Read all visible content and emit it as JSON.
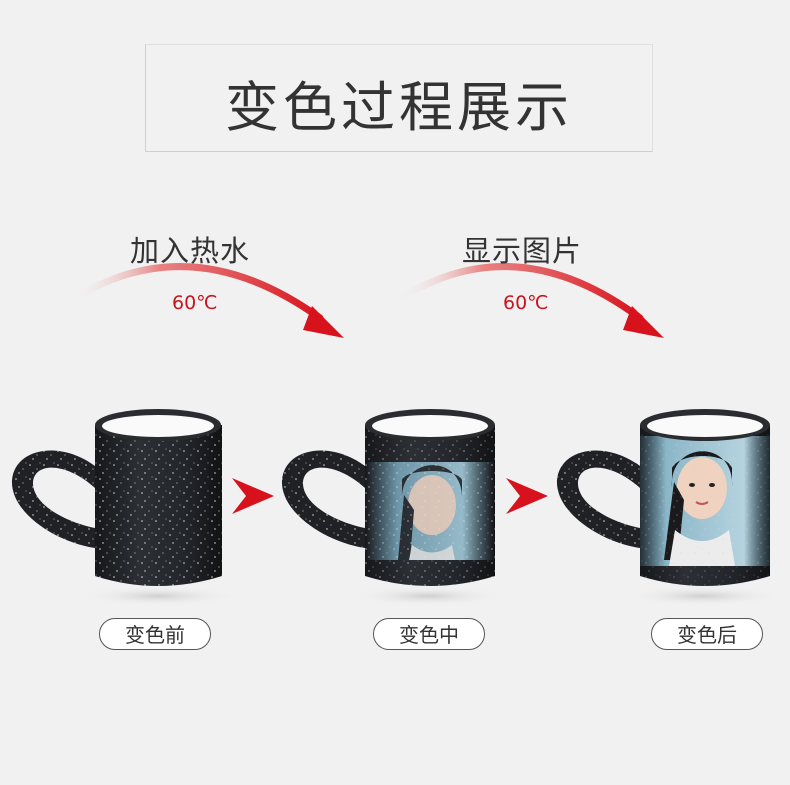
{
  "header": {
    "title": "变色过程展示"
  },
  "steps": [
    {
      "label": "加入热水",
      "temp": "60℃"
    },
    {
      "label": "显示图片",
      "temp": "60℃"
    }
  ],
  "captions": [
    "变色前",
    "变色中",
    "变色后"
  ],
  "colors": {
    "arrow": "#d7121c",
    "mug": "#1f2125",
    "accent_text": "#c8141e"
  }
}
